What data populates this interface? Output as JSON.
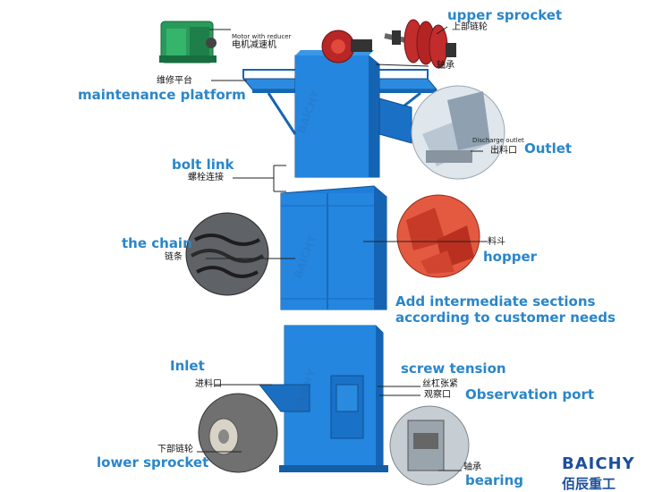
{
  "labels": {
    "motor_en": "Motor with reducer",
    "motor_cn": "电机减速机",
    "upper_sprocket": "upper sprocket",
    "upper_sprocket_cn": "上部链轮",
    "bearing_top_cn": "轴承",
    "maintenance_cn": "维修平台",
    "maintenance_platform": "maintenance platform",
    "discharge_outlet": "Discharge outlet",
    "outlet_cn": "出料口",
    "outlet": "Outlet",
    "bolt_link": "bolt link",
    "bolt_link_cn": "螺栓连接",
    "the_chain": "the chain",
    "chain_cn": "链条",
    "hopper_cn": "料斗",
    "hopper": "hopper",
    "intermediate_1": "Add intermediate sections",
    "intermediate_2": "according to customer needs",
    "inlet": "Inlet",
    "inlet_cn": "进料口",
    "screw_tension": "screw tension",
    "screw_tension_cn": "丝杠张紧",
    "observation_cn": "观察口",
    "observation_port": "Observation port",
    "lower_sprocket_cn": "下部链轮",
    "lower_sprocket": "lower sprocket",
    "bearing_cn": "轴承",
    "bearing": "bearing"
  },
  "brand": {
    "name_en": "BAICHY",
    "name_cn": "佰辰重工",
    "watermark": "BAICHY"
  },
  "colors": {
    "machine_blue": "#1f7fd8",
    "machine_dark": "#1462b0",
    "label_blue": "#2a86c9",
    "hopper_red": "#d9402c",
    "gear_green": "#2a9a5a",
    "sprocket_red": "#c22c2c",
    "brand_blue": "#1d4f9a"
  }
}
